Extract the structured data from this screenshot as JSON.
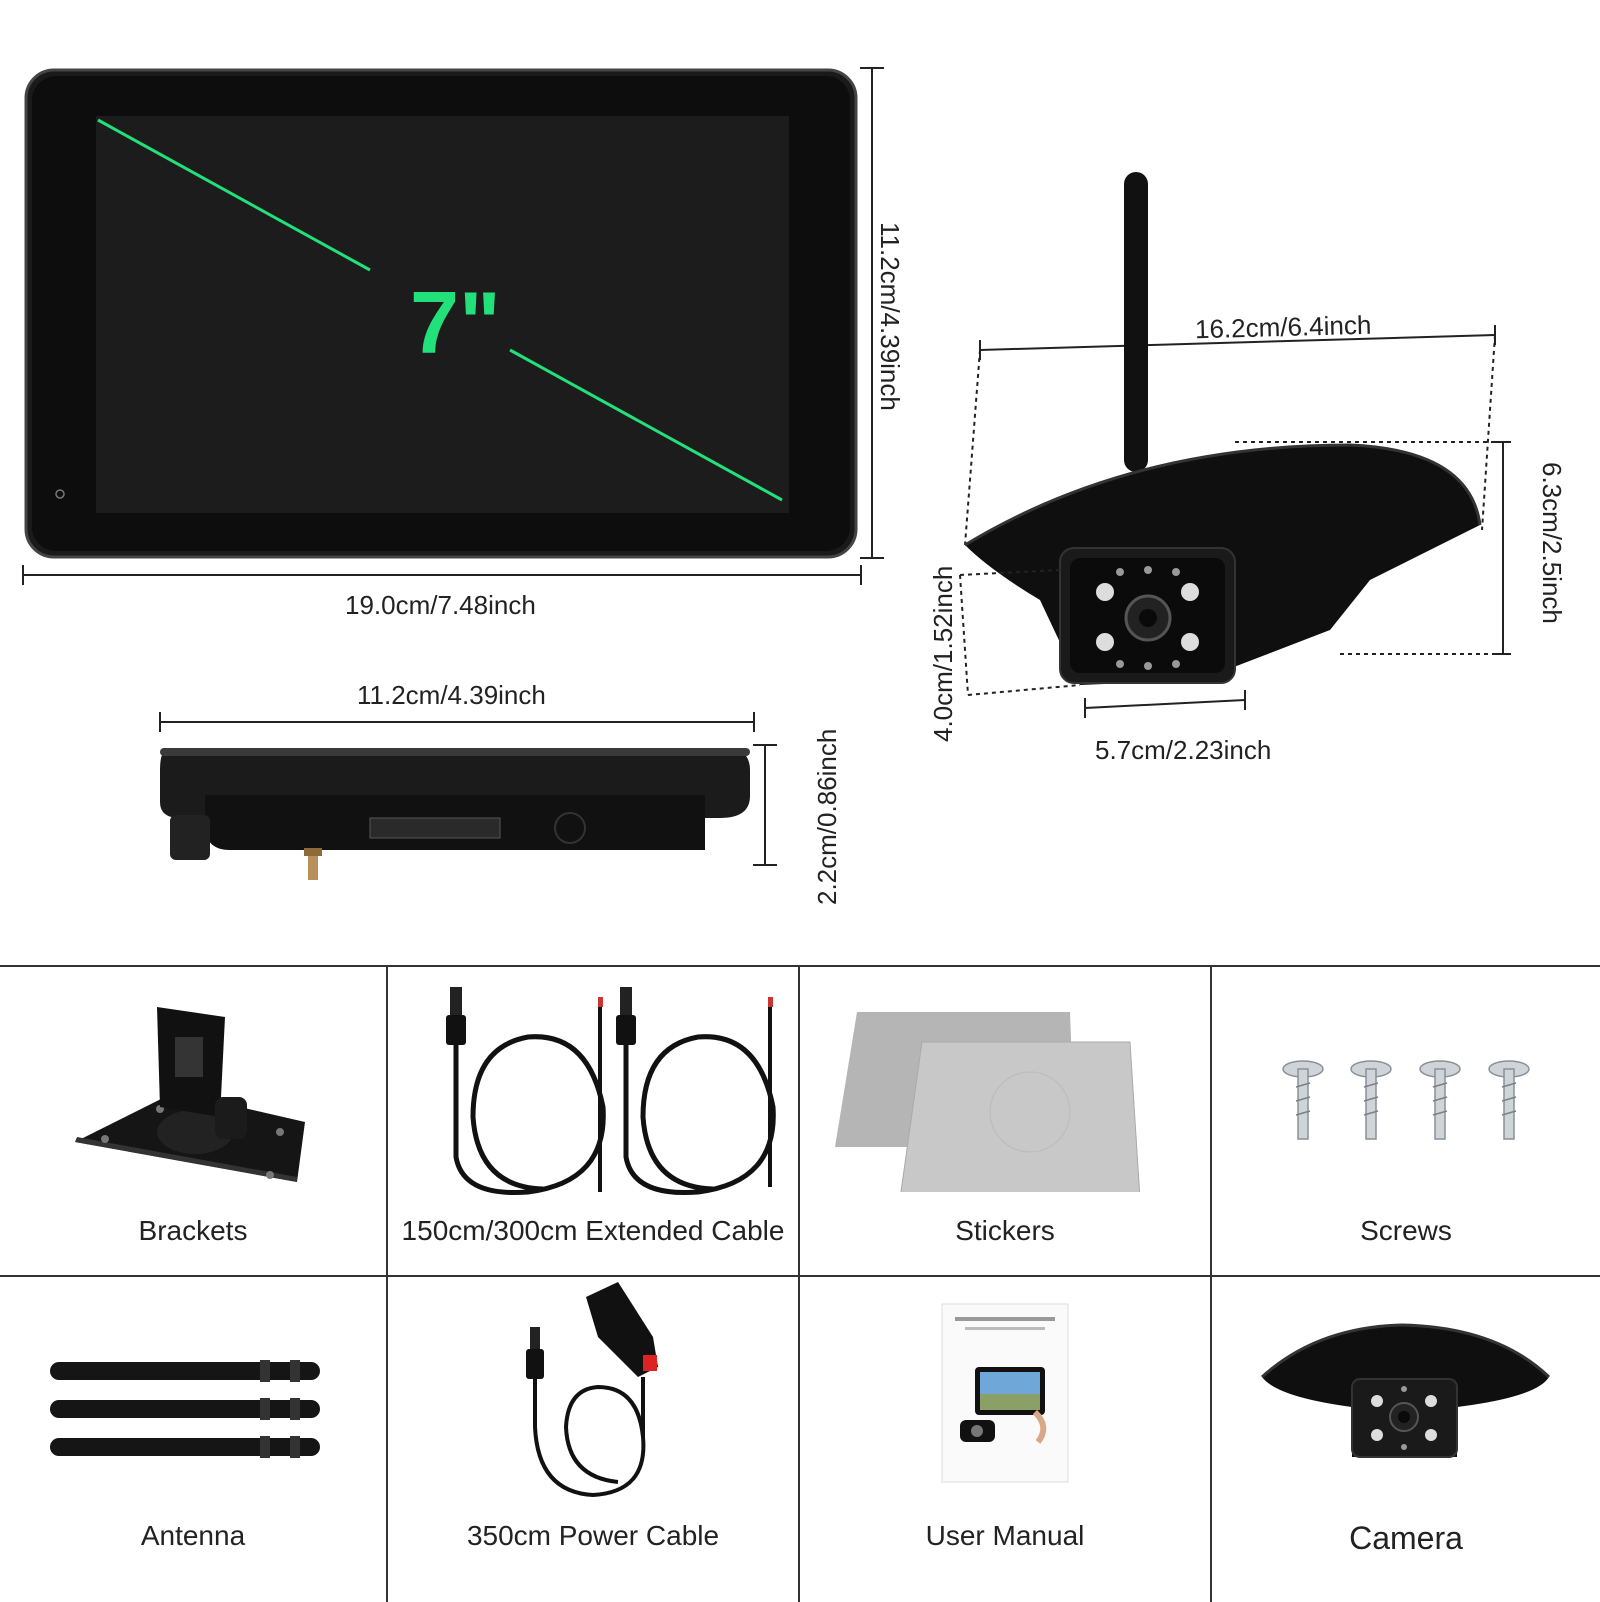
{
  "monitor": {
    "screen_size_label": "7\"",
    "width_label": "19.0cm/7.48inch",
    "height_label": "11.2cm/4.39inch",
    "depth_width_label": "11.2cm/4.39inch",
    "depth_label": "2.2cm/0.86inch"
  },
  "camera": {
    "width_label": "16.2cm/6.4inch",
    "height_label": "6.3cm/2.5inch",
    "lens_width_label": "5.7cm/2.23inch",
    "lens_height_label": "4.0cm/1.52inch"
  },
  "accessories": [
    {
      "name": "Brackets",
      "icon": "bracket-icon"
    },
    {
      "name": "150cm/300cm Extended Cable",
      "icon": "extension-cable-icon"
    },
    {
      "name": "Stickers",
      "icon": "sticker-icon"
    },
    {
      "name": "Screws",
      "icon": "screw-icon"
    },
    {
      "name": "Antenna",
      "icon": "antenna-icon"
    },
    {
      "name": "350cm Power Cable",
      "icon": "power-cable-icon"
    },
    {
      "name": "User Manual",
      "icon": "manual-icon"
    },
    {
      "name": "Camera",
      "icon": "camera-icon"
    }
  ],
  "colors": {
    "accent_green": "#22e07a",
    "device_black": "#111111",
    "grid_line": "#333333"
  }
}
